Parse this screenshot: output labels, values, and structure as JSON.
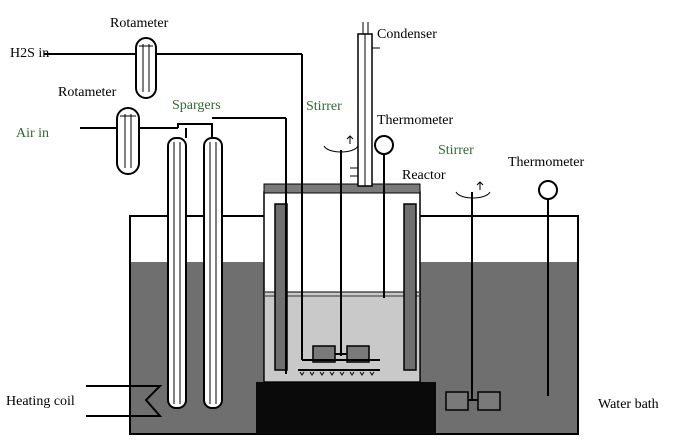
{
  "labels": {
    "h2s_in": "H2S in",
    "rotameter_top": "Rotameter",
    "rotameter_left": "Rotameter",
    "spargers": "Spargers",
    "air_in": "Air in",
    "stirrer_reactor": "Stirrer",
    "condenser": "Condenser",
    "thermometer_reactor": "Thermometer",
    "stirrer_bath": "Stirrer",
    "reactor": "Reactor",
    "thermometer_bath": "Thermometer",
    "heating_coil": "Heating coil",
    "water_bath": "Water bath"
  },
  "colors": {
    "water": "#6f6f6f",
    "reactor_liquid": "#c9c9c9",
    "reactor_lid": "#7a7a7a",
    "base": "#0a0a0a",
    "green_label": "#2e6b2e"
  }
}
